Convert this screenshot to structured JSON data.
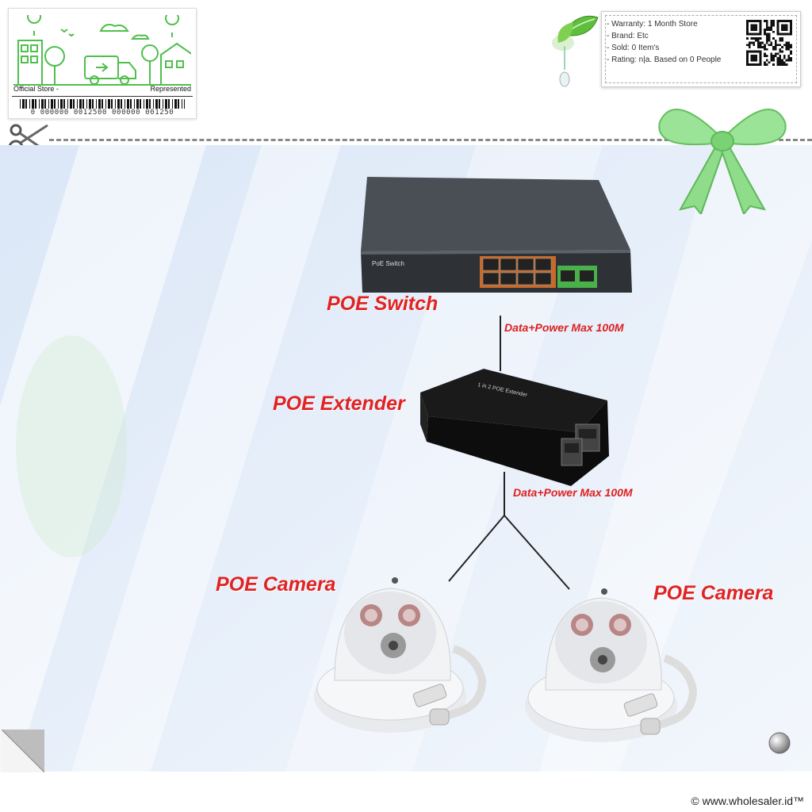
{
  "store_card": {
    "left_label": "Official Store -",
    "right_label": "Represented",
    "barcode_number": "0 000000 0012500 000000 001250"
  },
  "info_box": {
    "lines": [
      "- Warranty: 1 Month Store",
      "- Brand: Etc",
      "- Sold: 0 Item's",
      "- Rating: n|a. Based on 0 People"
    ]
  },
  "diagram": {
    "switch_label": "POE Switch",
    "switch_panel_text": "PoE Switch",
    "extender_label": "POE Extender",
    "extender_panel_text": "1 in 2 POE Extender",
    "link1_label": "Data+Power Max 100M",
    "link2_label": "Data+Power Max 100M",
    "camera1_label": "POE Camera",
    "camera2_label": "POE Camera"
  },
  "footer": {
    "copyright": "© www.wholesaler.id™"
  },
  "colors": {
    "label_red": "#e02323",
    "accent_green": "#5cc95a",
    "bow_green": "#8fe08c"
  },
  "icons": [
    "scissors-icon",
    "qr-code-icon",
    "leaf-icon",
    "bow-icon",
    "page-curl-icon",
    "round-button-icon"
  ]
}
